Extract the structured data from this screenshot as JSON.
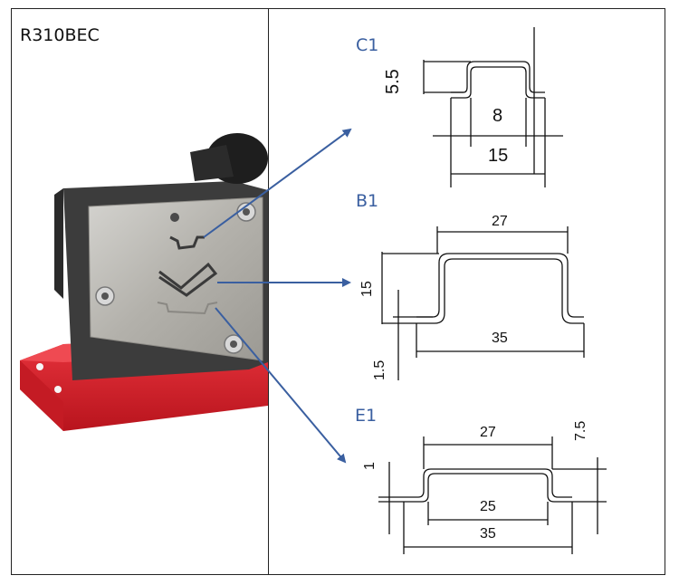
{
  "model": "R310BEC",
  "colors": {
    "accent": "#3a5fa0",
    "base_red": "#d8202a",
    "plate": "#b8b6b0",
    "body_dark": "#3a3a3a"
  },
  "profiles": {
    "c1": {
      "label": "C1",
      "height": "5.5",
      "inner_width": "8",
      "outer_width": "15"
    },
    "b1": {
      "label": "B1",
      "top_width": "27",
      "height": "15",
      "thickness": "1.5",
      "overall_width": "35"
    },
    "e1": {
      "label": "E1",
      "top_width": "27",
      "height": "7.5",
      "thickness": "1",
      "inner_width": "25",
      "overall_width": "35"
    }
  }
}
